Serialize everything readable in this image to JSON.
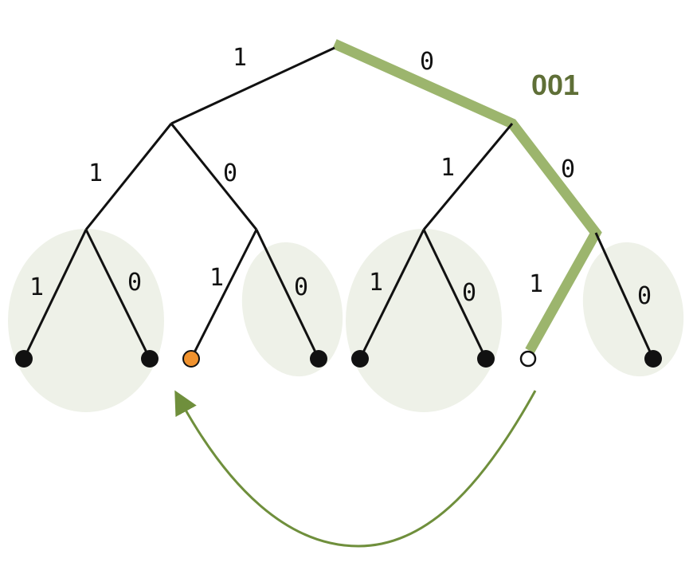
{
  "diagram": {
    "highlighted_code": "001",
    "edge_labels": {
      "root_left": "1",
      "root_right": "0",
      "n1_left": "1",
      "n1_right": "0",
      "n2_left": "1",
      "n2_right": "0",
      "n3_left": "1",
      "n3_right": "0",
      "n4_left": "1",
      "n4_right": "0",
      "n5_left": "1",
      "n5_right": "0",
      "n6_left": "1",
      "n6_right": "0"
    },
    "colors": {
      "highlight_path": "#9cb56d",
      "code_text": "#5f6f37",
      "arrow": "#6f8f3c",
      "group_fill": "#eef1e8",
      "leaf_fill": "#111111",
      "selected_leaf_fill": "#f0922e",
      "empty_leaf_fill": "#ffffff",
      "edge": "#111111"
    }
  }
}
